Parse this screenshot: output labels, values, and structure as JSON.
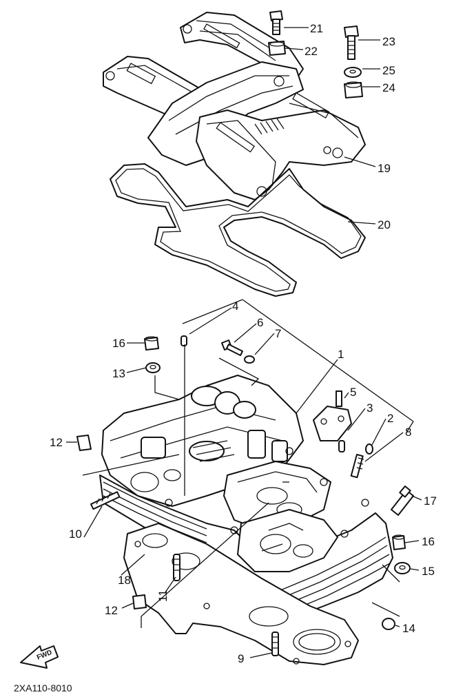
{
  "diagram": {
    "drawing_code": "2XA110-8010",
    "forward_marker": "FWD",
    "callouts": [
      {
        "id": "c21",
        "label": "21"
      },
      {
        "id": "c22",
        "label": "22"
      },
      {
        "id": "c23",
        "label": "23"
      },
      {
        "id": "c25",
        "label": "25"
      },
      {
        "id": "c24",
        "label": "24"
      },
      {
        "id": "c19",
        "label": "19"
      },
      {
        "id": "c20",
        "label": "20"
      },
      {
        "id": "c4",
        "label": "4"
      },
      {
        "id": "c6",
        "label": "6"
      },
      {
        "id": "c7",
        "label": "7"
      },
      {
        "id": "c16a",
        "label": "16"
      },
      {
        "id": "c1",
        "label": "1"
      },
      {
        "id": "c13",
        "label": "13"
      },
      {
        "id": "c5",
        "label": "5"
      },
      {
        "id": "c3",
        "label": "3"
      },
      {
        "id": "c2",
        "label": "2"
      },
      {
        "id": "c8",
        "label": "8"
      },
      {
        "id": "c12a",
        "label": "12"
      },
      {
        "id": "c17",
        "label": "17"
      },
      {
        "id": "c10",
        "label": "10"
      },
      {
        "id": "c16b",
        "label": "16"
      },
      {
        "id": "c15",
        "label": "15"
      },
      {
        "id": "c18",
        "label": "18"
      },
      {
        "id": "c11",
        "label": "11"
      },
      {
        "id": "c12b",
        "label": "12"
      },
      {
        "id": "c14",
        "label": "14"
      },
      {
        "id": "c9",
        "label": "9"
      }
    ]
  }
}
